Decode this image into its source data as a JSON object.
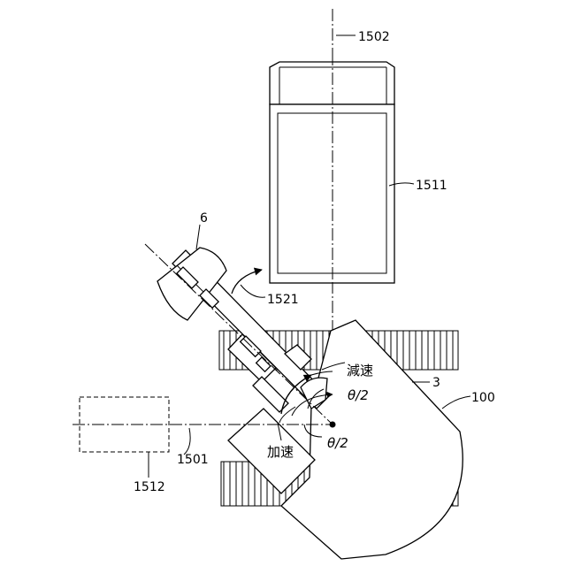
{
  "labels": {
    "axis_1502": "1502",
    "cassette_1511": "1511",
    "arrow_1521": "1521",
    "part_6": "6",
    "part_3": "3",
    "unit_100": "100",
    "axis_1501": "1501",
    "box_1512": "1512",
    "decel": "減速",
    "accel": "加速",
    "theta_half_upper": "θ/2",
    "theta_half_lower": "θ/2"
  }
}
